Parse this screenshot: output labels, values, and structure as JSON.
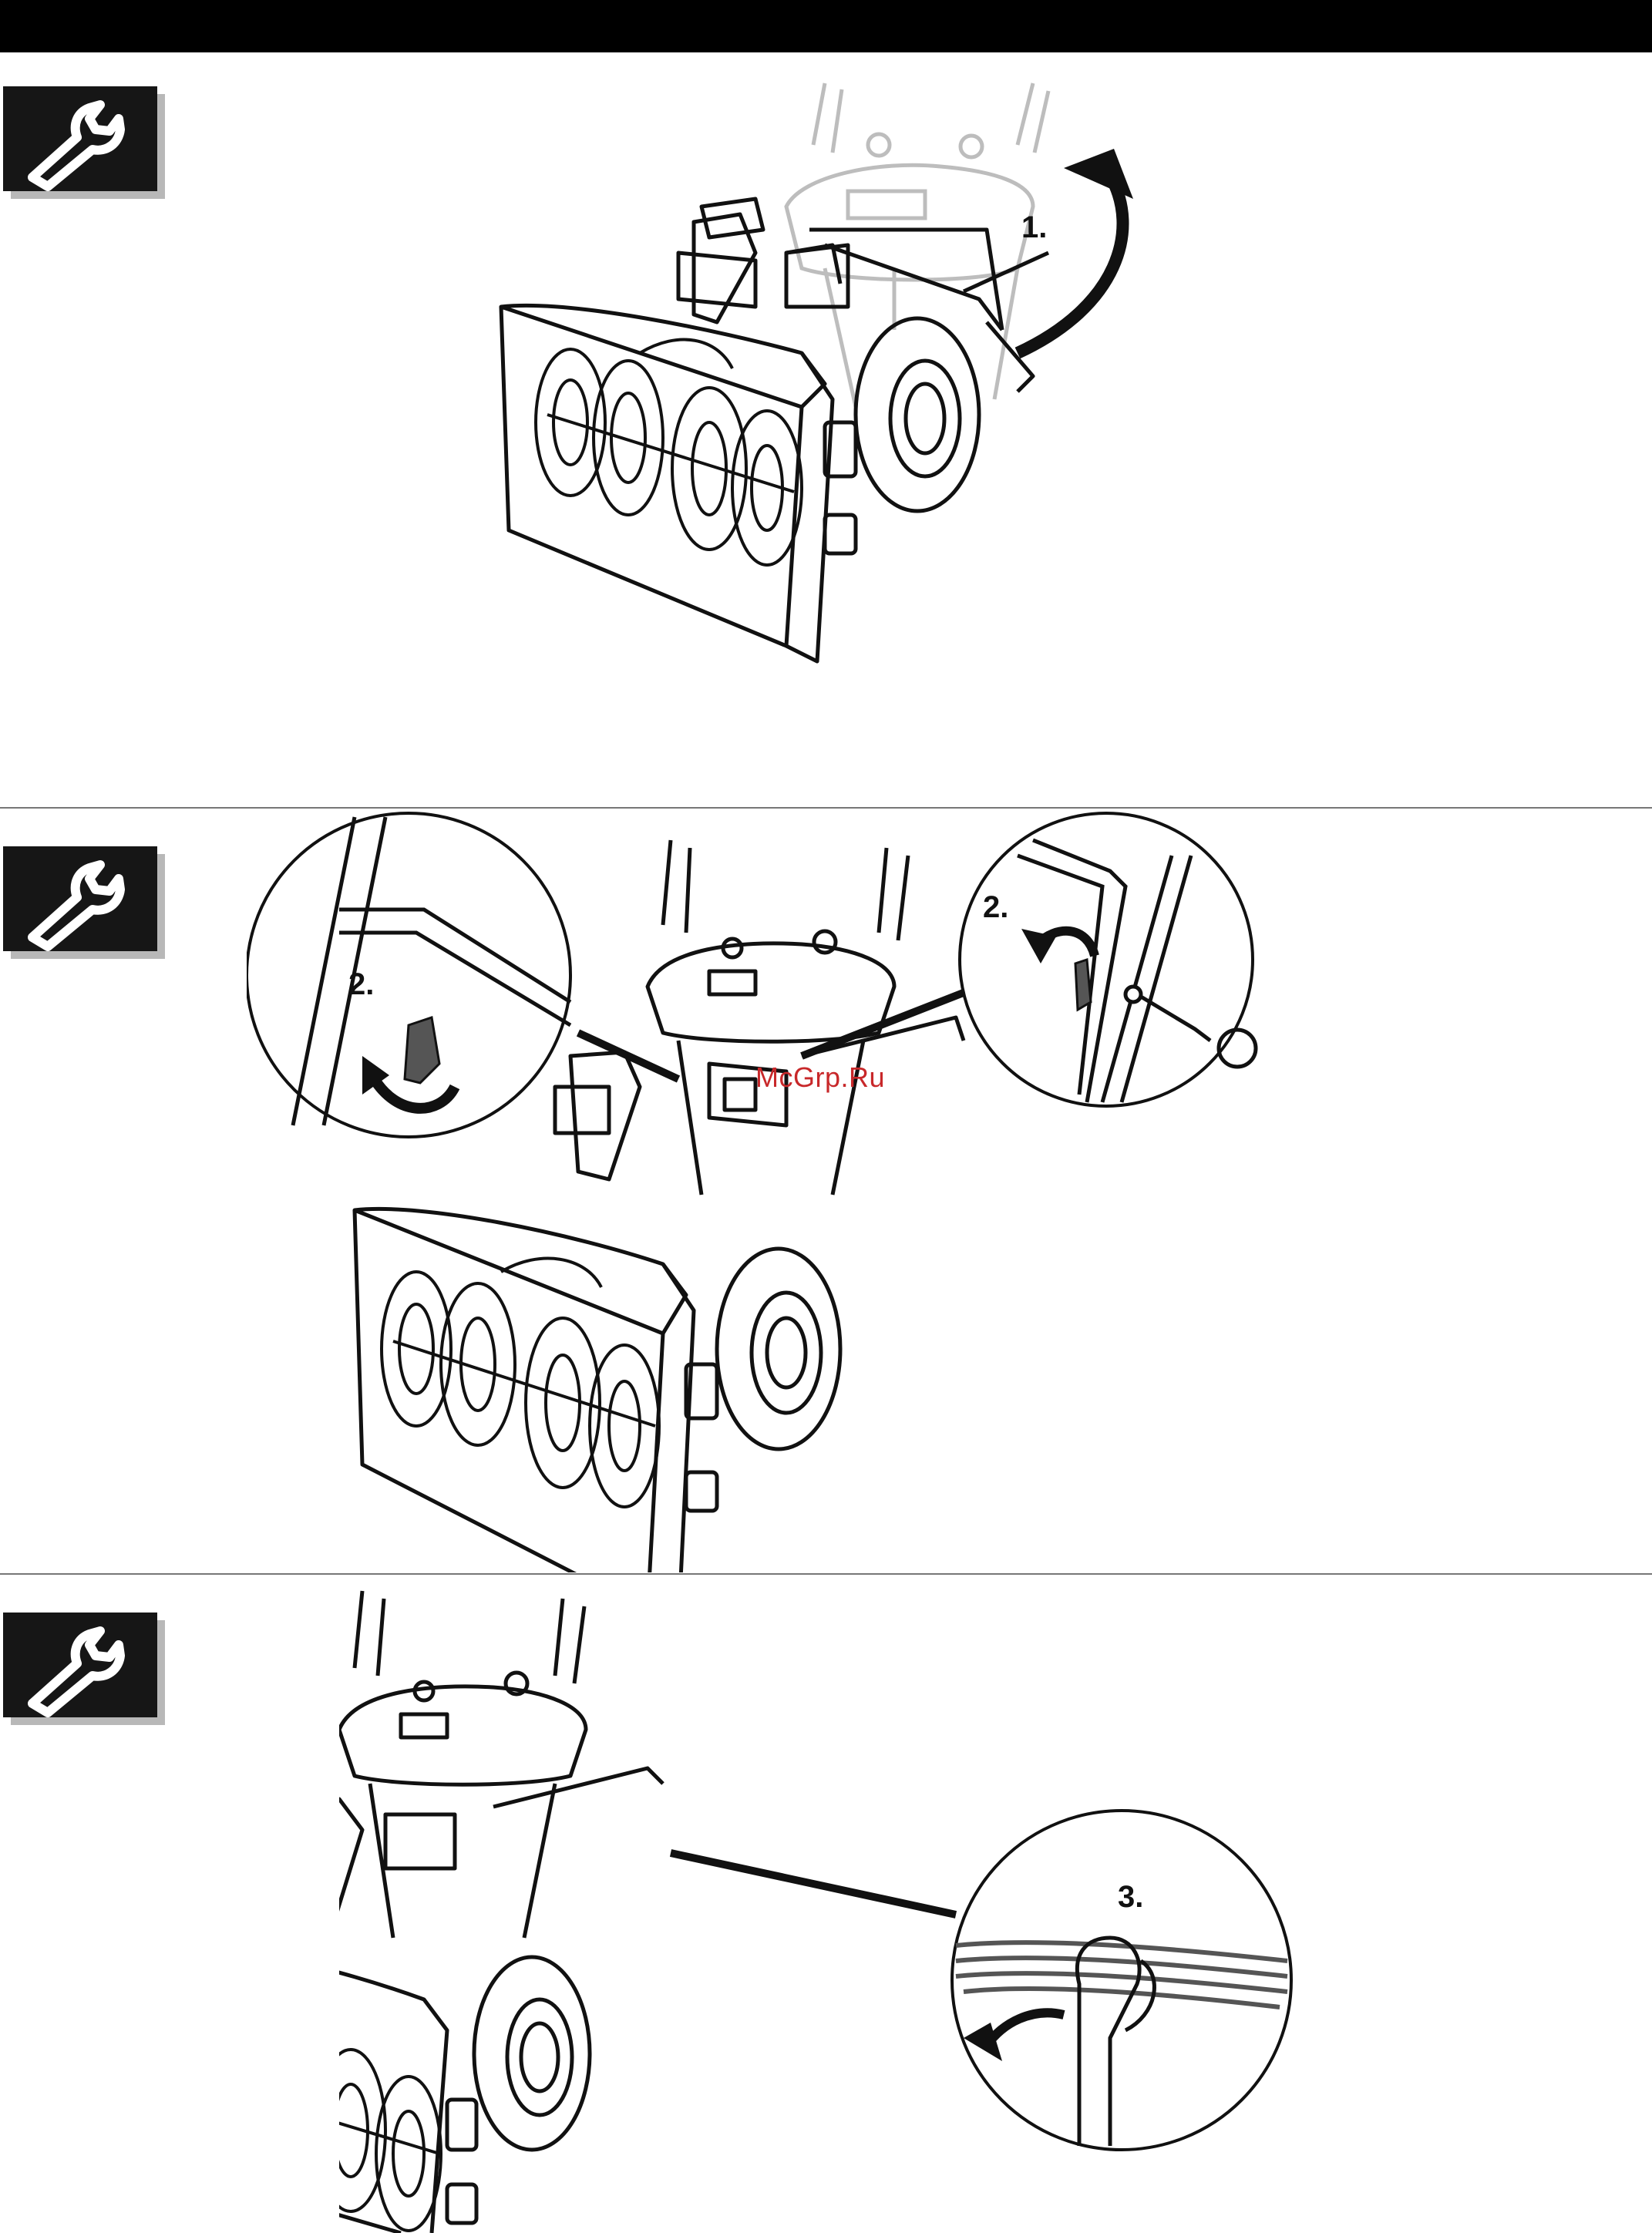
{
  "sections": [
    {
      "step_label": "1.",
      "icon": "wrench-icon"
    },
    {
      "step_label_left": "2.",
      "step_label_right": "2.",
      "icon": "wrench-icon"
    },
    {
      "step_label": "3.",
      "icon": "wrench-icon"
    }
  ],
  "watermark": "McGrp.Ru",
  "colors": {
    "ink": "#111111",
    "badge": "#161616",
    "badge_shadow": "#b8b8b8",
    "watermark": "#c8282a",
    "faded": "#bdbdbd"
  }
}
